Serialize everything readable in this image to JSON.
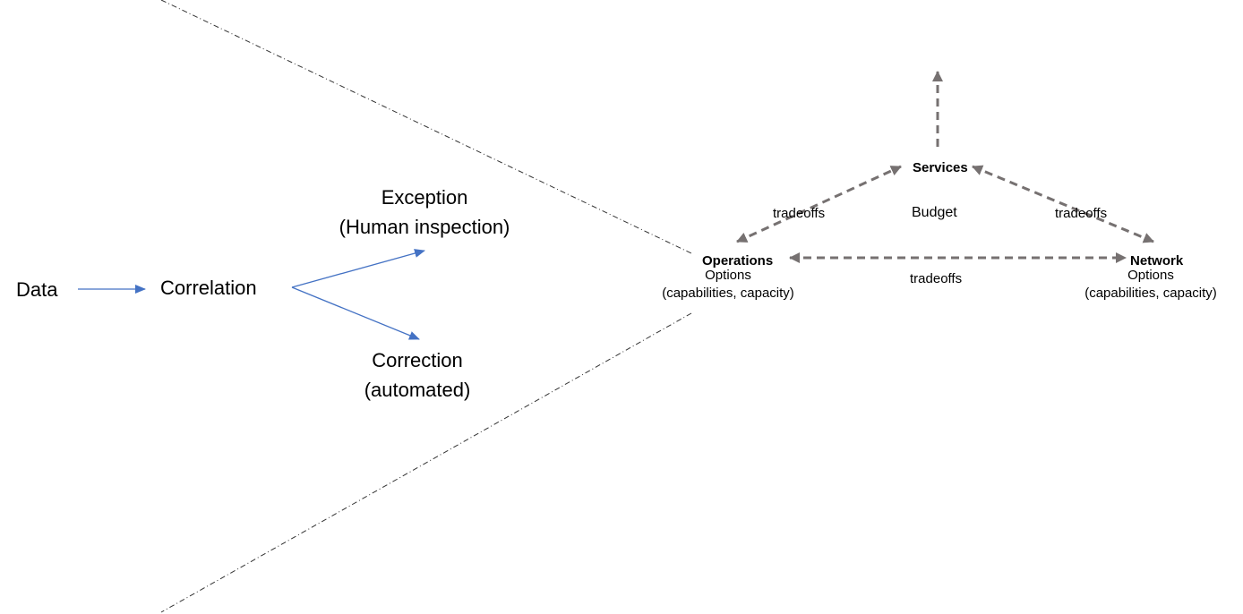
{
  "flow": {
    "data": "Data",
    "correlation": "Correlation",
    "exception": [
      "Exception",
      "(Human inspection)"
    ],
    "correction": [
      "Correction",
      "(automated)"
    ]
  },
  "triangle": {
    "services": "Services",
    "budget": "Budget",
    "tradeoffs_left": "tradeoffs",
    "tradeoffs_right": "tradeoffs",
    "tradeoffs_bottom": "tradeoffs",
    "operations": {
      "title": "Operations",
      "line1": "Options",
      "line2": "(capabilities, capacity)"
    },
    "network": {
      "title": "Network",
      "line1": "Options",
      "line2": "(capabilities, capacity)"
    }
  },
  "colors": {
    "flow_arrow": "#4472C4",
    "tradeoff_arrow": "#767171",
    "frame_line": "#333333"
  }
}
